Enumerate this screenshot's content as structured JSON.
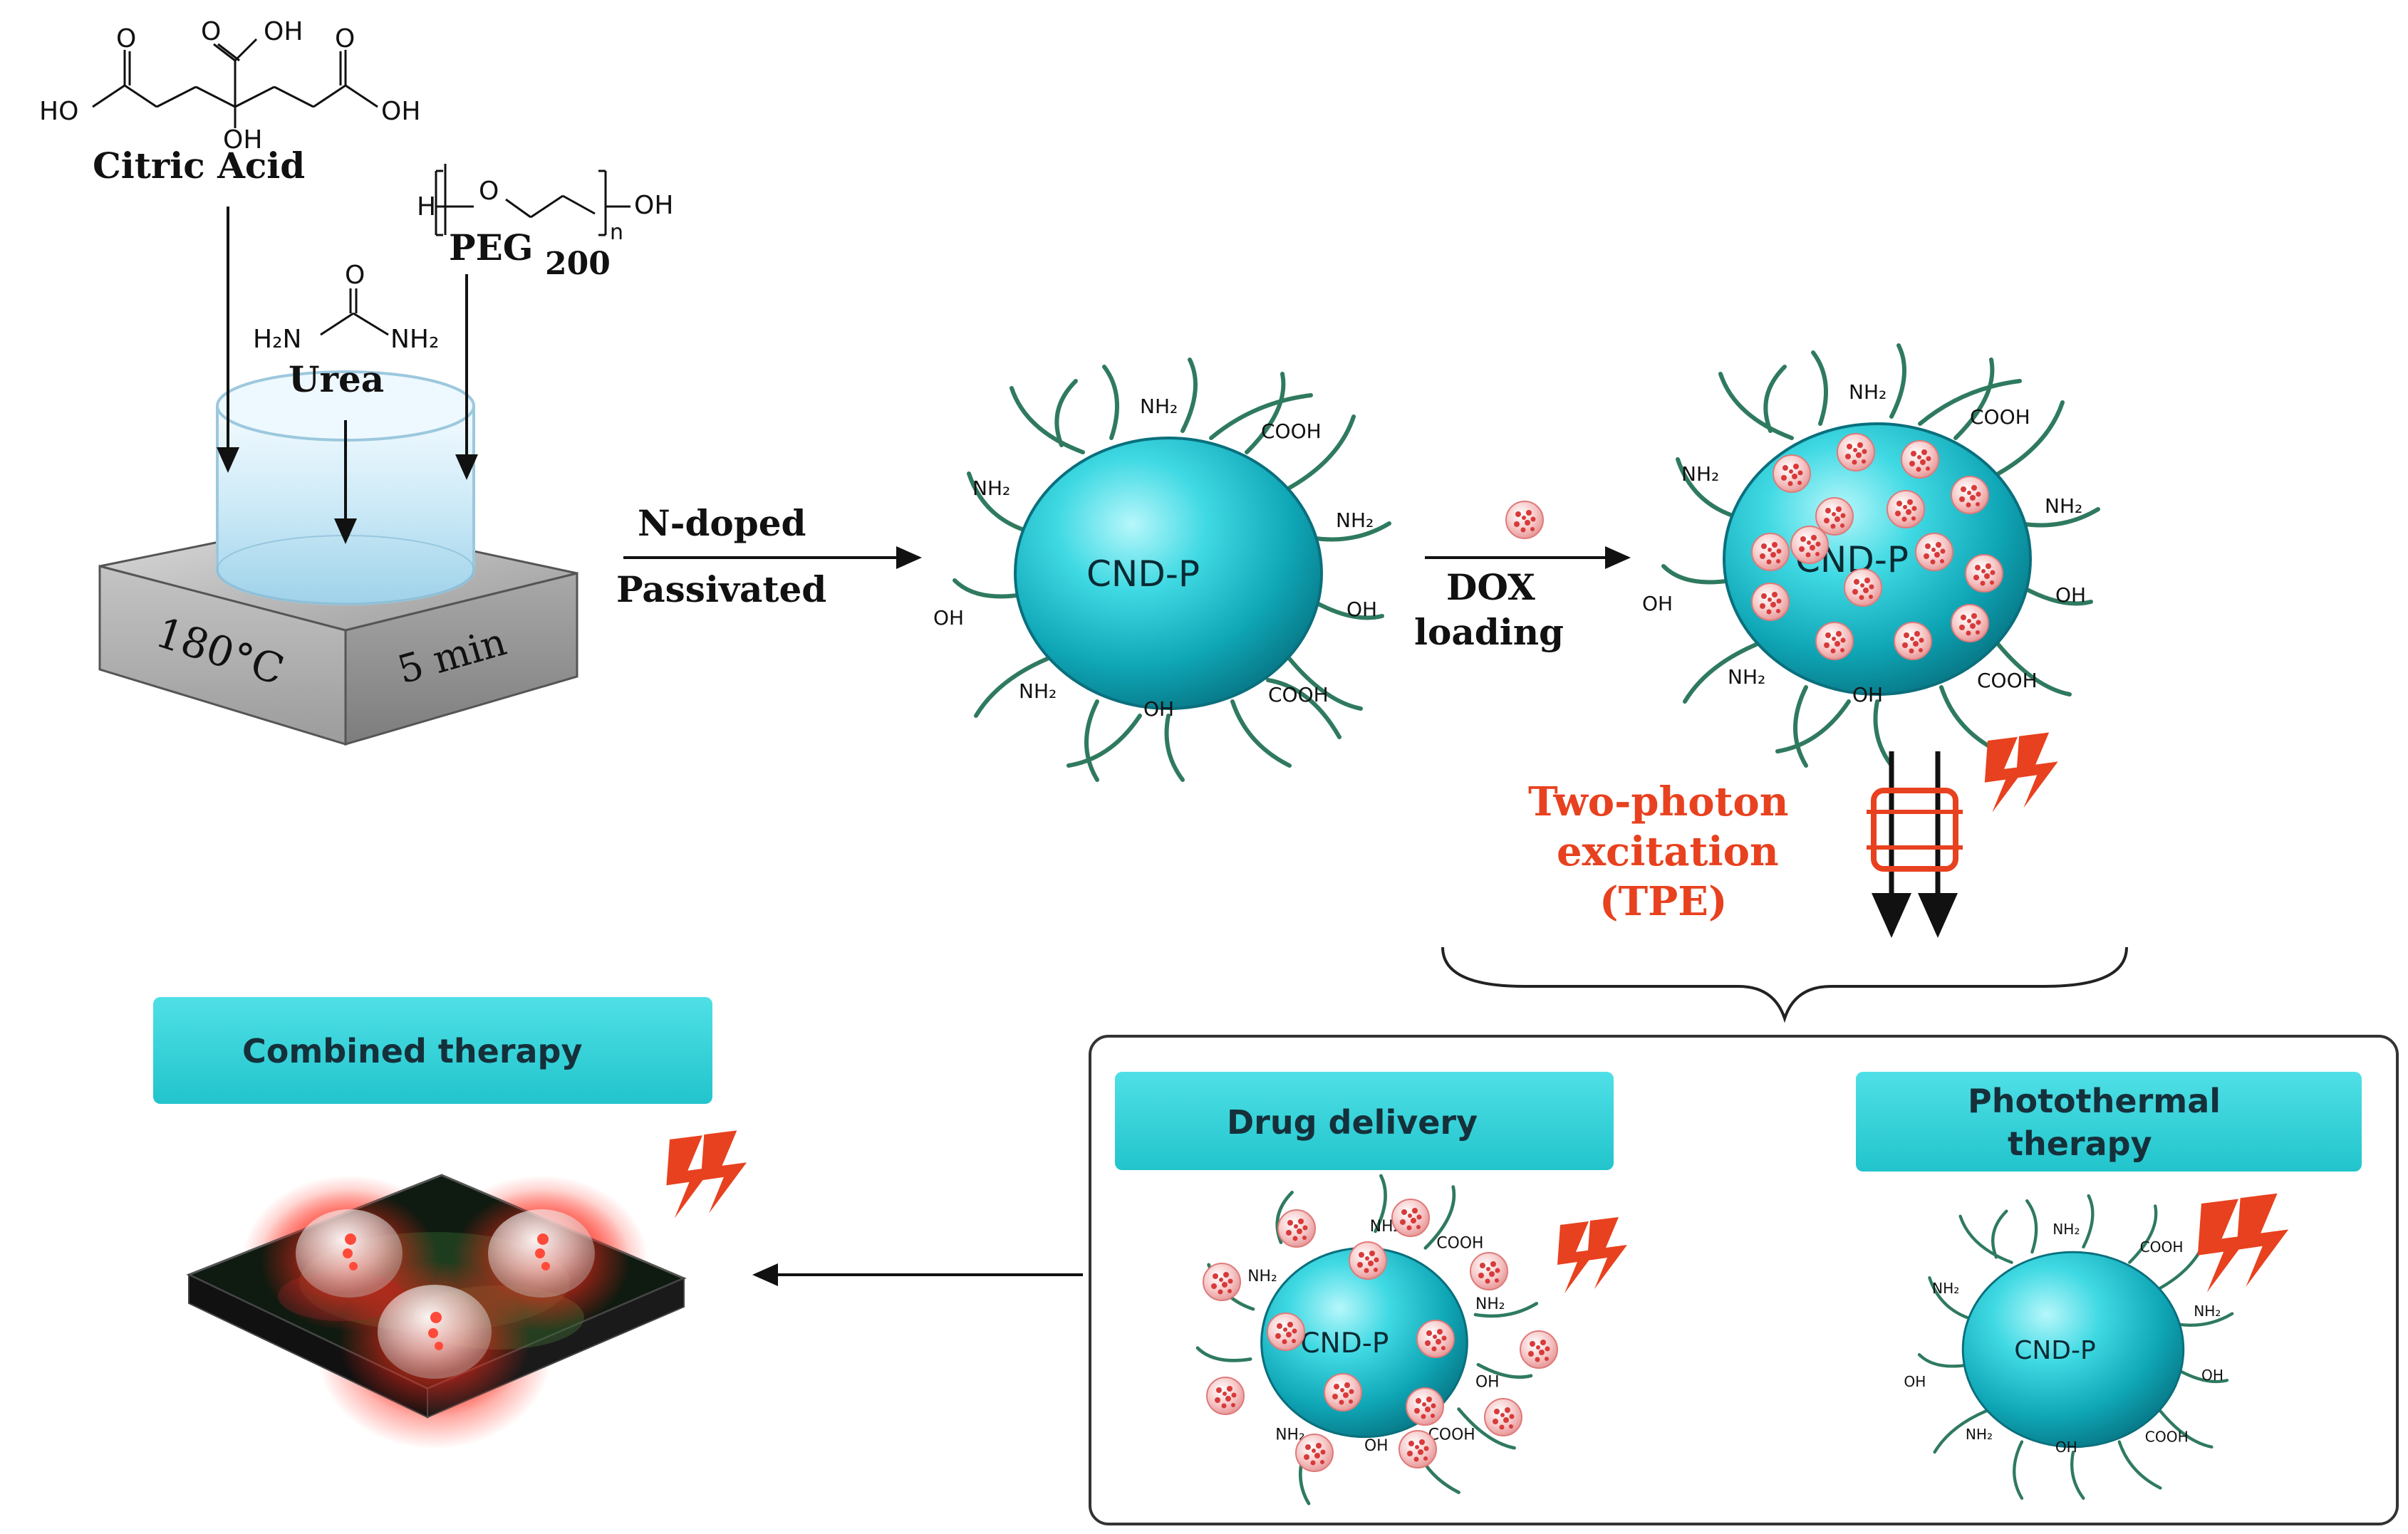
{
  "reagents": {
    "citric_acid": "Citric Acid",
    "urea": "Urea",
    "peg": "PEG",
    "peg_sub": "200",
    "citric_groups": {
      "top": "O",
      "top_oh": "OH",
      "left_o": "O",
      "right_o": "O",
      "ho": "HO",
      "oh_right": "OH",
      "oh_bottom": "OH"
    },
    "urea_groups": {
      "o": "O",
      "left": "H₂N",
      "right": "NH₂"
    },
    "peg_groups": {
      "h": "H",
      "o": "O",
      "n": "n",
      "oh": "OH"
    }
  },
  "hotplate": {
    "temperature": "180°C",
    "time": "5 min"
  },
  "steps": {
    "step1_top": "N-doped",
    "step1_bottom": "Passivated",
    "step2_top": "DOX",
    "step2_bottom": "loading"
  },
  "particles": {
    "label": "CND-P",
    "groups": {
      "nh2": "NH₂",
      "cooh": "COOH",
      "oh": "OH"
    }
  },
  "tpe": {
    "line1": "Two-photon",
    "line2": "excitation",
    "line3": "(TPE)"
  },
  "boxes": {
    "combined": "Combined therapy",
    "drug": "Drug delivery",
    "photo_line1": "Photothermal",
    "photo_line2": "therapy"
  },
  "colors": {
    "cyan": "#2ed3d9",
    "particle": "#14b6c6",
    "strand": "#2f7a5f",
    "red": "#e8411f",
    "dox": "#f2b3b3"
  }
}
